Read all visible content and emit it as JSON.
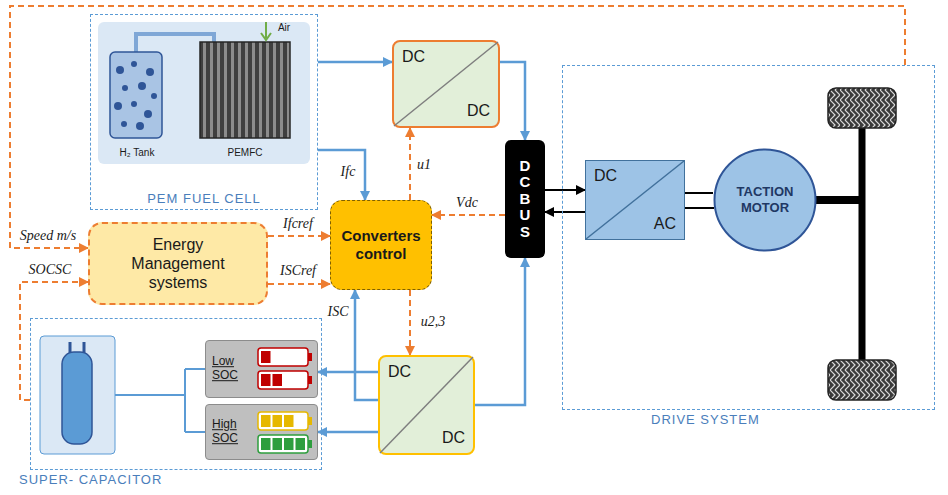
{
  "diagram": {
    "nodes": [
      {
        "text": [
          "PEM FUEL CELL"
        ]
      },
      {
        "text": [
          "DC",
          "DC"
        ]
      },
      {
        "text": [
          "Energy Management systems"
        ]
      },
      {
        "text": [
          "Converters control"
        ]
      },
      {
        "text": [
          "DC BUS"
        ]
      },
      {
        "text": [
          "SUPER- CAPACITOR"
        ]
      },
      {
        "text": [
          "Low SOC"
        ],
        "in": 5
      },
      {
        "text": [
          "High SOC"
        ],
        "in": 5
      },
      {
        "text": [
          "DC",
          "DC"
        ]
      },
      {
        "text": [
          "DRIVE SYSTEM"
        ]
      },
      {
        "text": [
          "DC",
          "AC"
        ],
        "in": 9
      },
      {
        "text": [
          "TACTION MOTOR"
        ],
        "in": 9
      }
    ],
    "edges": [
      {
        "from": 0,
        "to": 1,
        "arrow": "to"
      },
      {
        "from": 1,
        "to": 4,
        "arrow": "to"
      },
      {
        "from": 0,
        "to": 3,
        "label": "Ifc",
        "arrow": "to"
      },
      {
        "from": 2,
        "to": 3,
        "label": "Ifcref",
        "arrow": "to"
      },
      {
        "from": 2,
        "to": 3,
        "label": "ISCref",
        "arrow": "to"
      },
      {
        "from": 8,
        "to": 3,
        "label": "ISC",
        "arrow": "to"
      },
      {
        "from": 3,
        "to": 1,
        "label": "u1",
        "arrow": "to"
      },
      {
        "from": 4,
        "to": 3,
        "label": "Vdc",
        "arrow": "to"
      },
      {
        "from": 3,
        "to": 8,
        "label": "u2,3",
        "arrow": "to"
      },
      {
        "from": 8,
        "to": 4,
        "arrow": "to"
      },
      {
        "from": 8,
        "to": 6,
        "arrow": "to"
      },
      {
        "from": 8,
        "to": 7,
        "arrow": "to"
      },
      {
        "from": 4,
        "to": 10,
        "arrow": "to"
      },
      {
        "from": 10,
        "to": 4,
        "arrow": "to"
      },
      {
        "from": 10,
        "to": 11,
        "arrow": "none"
      },
      {
        "from": 9,
        "to": 2,
        "label": "Speed m/s",
        "arrow": "to"
      },
      {
        "from": 5,
        "to": 2,
        "label": "SOCSC",
        "arrow": "to"
      }
    ],
    "labels": [
      "H₂ Tank",
      "PEMFC",
      "Air"
    ]
  }
}
